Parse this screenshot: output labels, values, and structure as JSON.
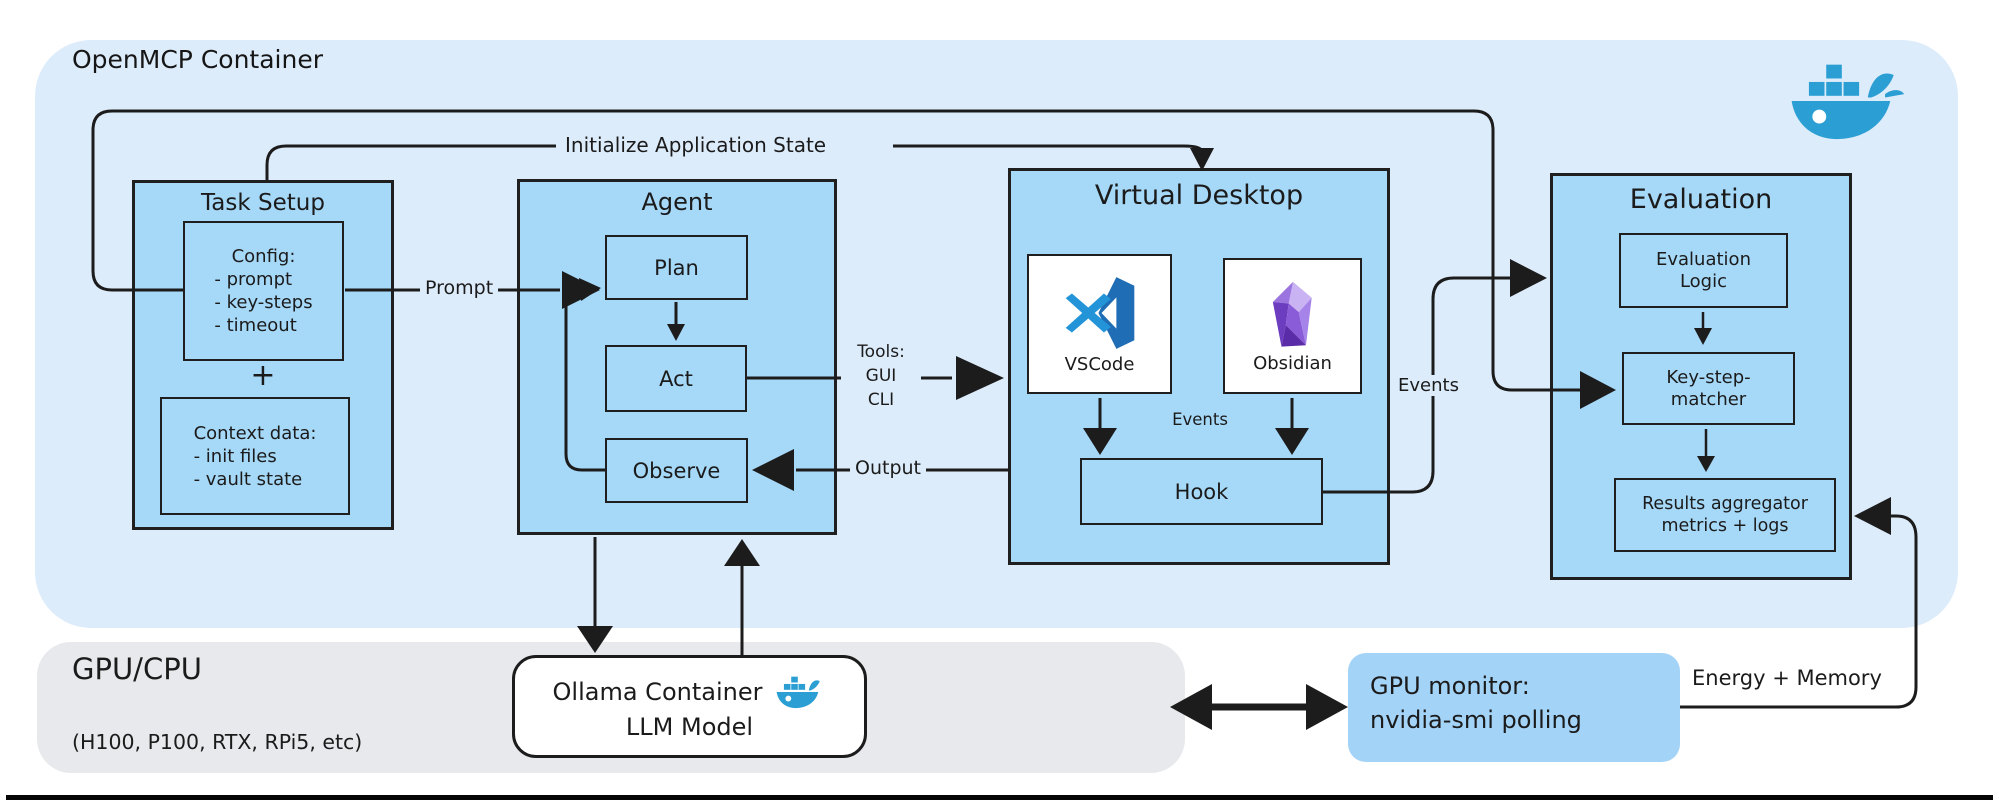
{
  "header": {
    "title": "OpenMCP Container"
  },
  "colors": {
    "container_bg": "#ddecfb",
    "node_fill": "#a6d8f8",
    "hardware_bg": "#e7e9ec",
    "monitor_fill": "#a4d3f8",
    "docker_blue": "#2b9fd3",
    "line": "#1c1c1c"
  },
  "labels": {
    "initialize": "Initialize Application State",
    "prompt": "Prompt",
    "tools": [
      "Tools:",
      "GUI",
      "CLI"
    ],
    "output": "Output",
    "events_inner": "Events",
    "events_outer": "Events",
    "energy": "Energy + Memory"
  },
  "nodes": {
    "task_setup": {
      "title": "Task Setup",
      "config_lines": [
        "Config:",
        "- prompt",
        "- key-steps",
        "- timeout"
      ],
      "plus": "+",
      "context_lines": [
        "Context data:",
        "- init files",
        "- vault state"
      ]
    },
    "agent": {
      "title": "Agent",
      "steps": [
        "Plan",
        "Act",
        "Observe"
      ]
    },
    "virtual_desktop": {
      "title": "Virtual Desktop",
      "apps": [
        "VSCode",
        "Obsidian"
      ],
      "hook": "Hook"
    },
    "evaluation": {
      "title": "Evaluation",
      "logic_lines": [
        "Evaluation",
        "Logic"
      ],
      "matcher_lines": [
        "Key-step-",
        "matcher"
      ],
      "results_lines": [
        "Results aggregator",
        "metrics + logs"
      ]
    },
    "hardware": {
      "title": "GPU/CPU",
      "subtitle": "(H100, P100, RTX, RPi5, etc)"
    },
    "ollama": {
      "line1": "Ollama Container",
      "line2": "LLM Model"
    },
    "gpu_monitor": {
      "line1": "GPU monitor:",
      "line2": "nvidia-smi polling"
    }
  }
}
